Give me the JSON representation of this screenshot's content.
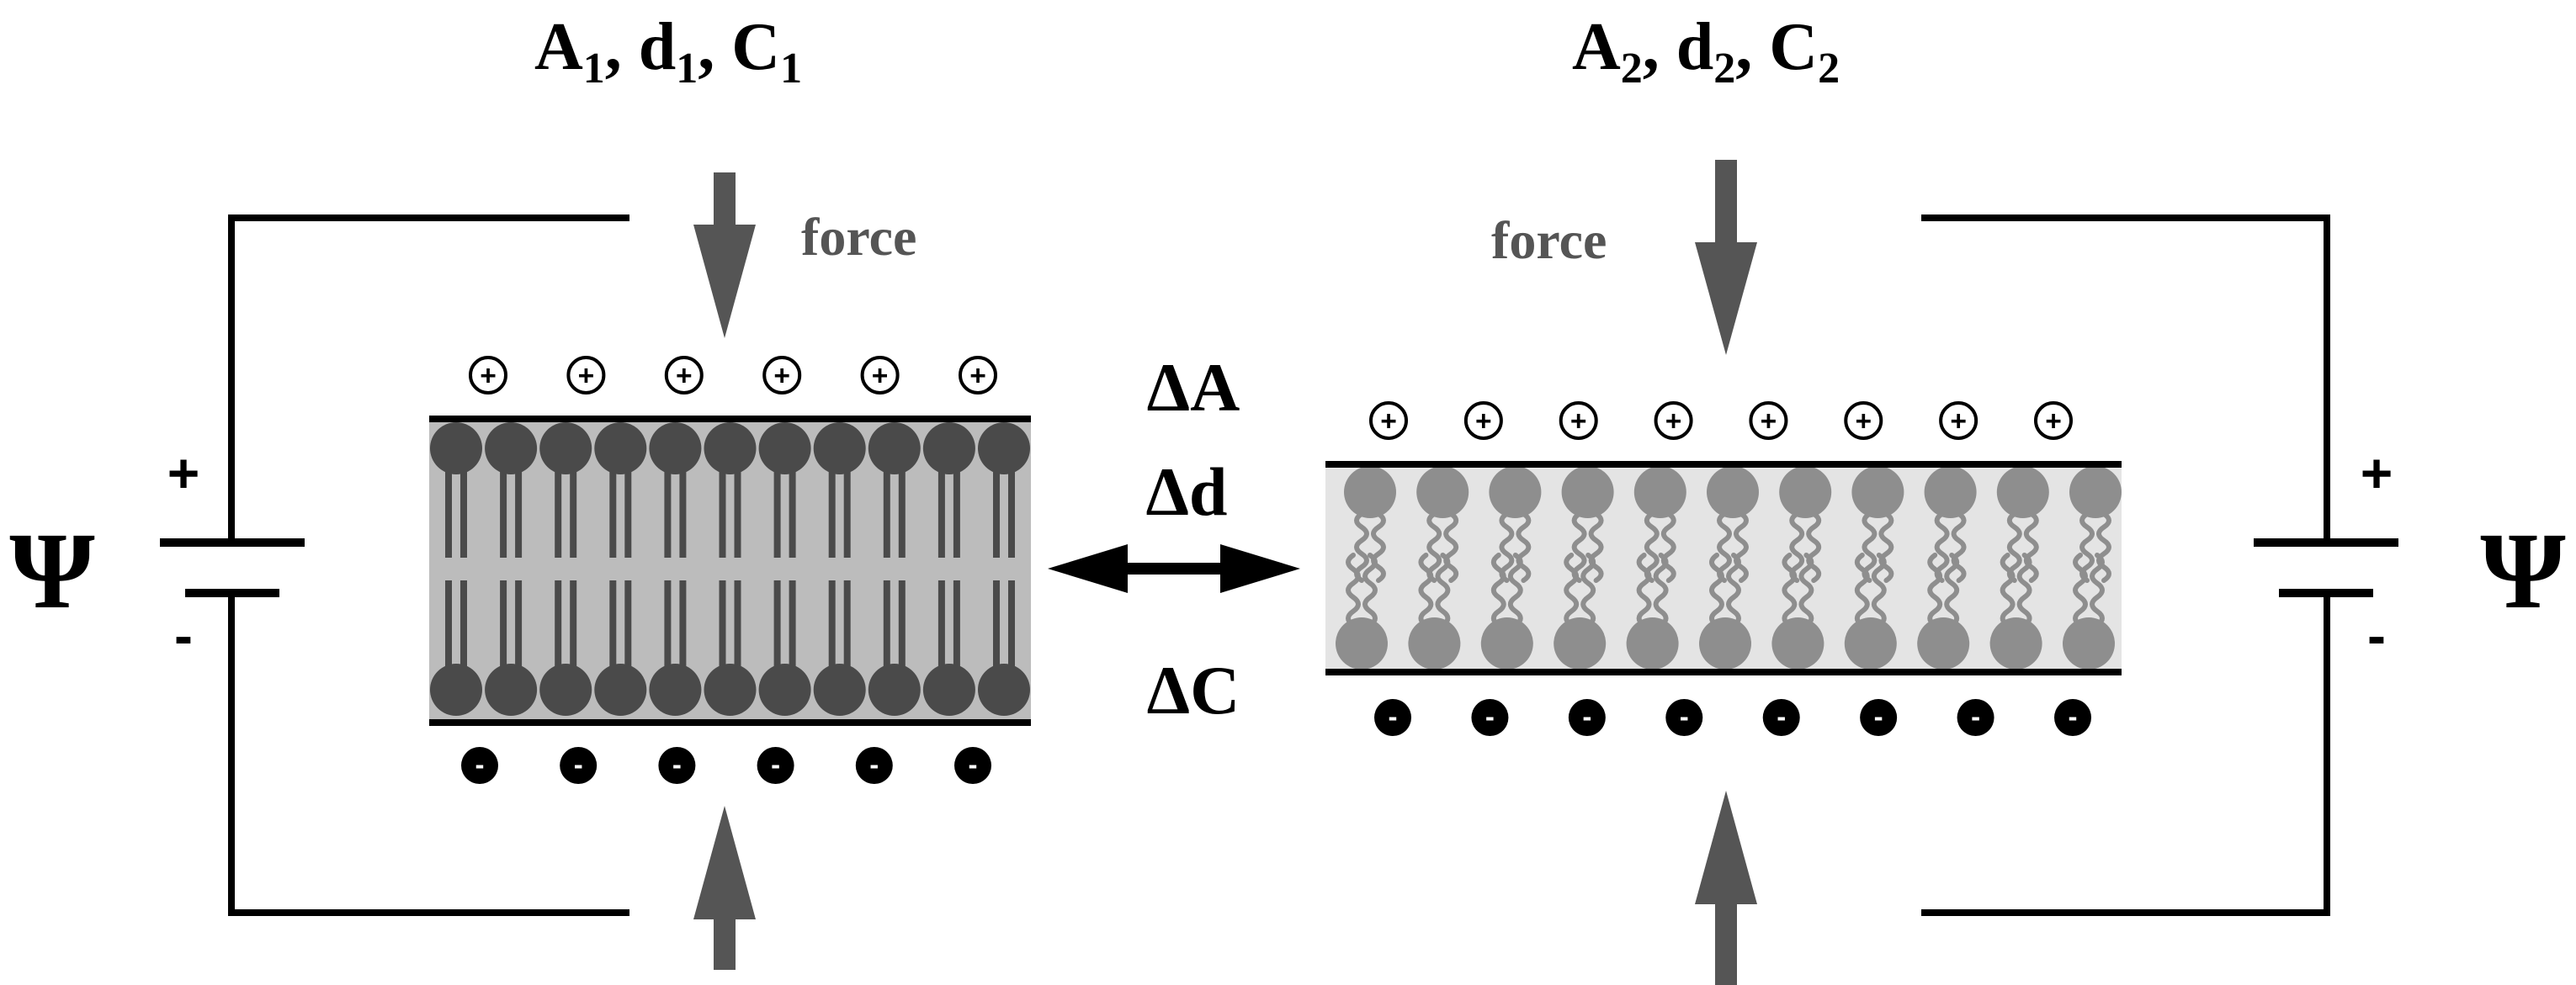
{
  "left_panel": {
    "params": {
      "A": "A",
      "A_sub": "1",
      "sep1": ", ",
      "d": "d",
      "d_sub": "1",
      "sep2": ", ",
      "C": "C",
      "C_sub": "1"
    },
    "force_label": "force",
    "battery": {
      "plus": "+",
      "minus": "-",
      "symbol": "Ψ"
    },
    "plus_sign": "+",
    "minus_sign": "-",
    "plus_ion_count": 6,
    "minus_ion_count": 6,
    "lipid_head_count": 11,
    "tail_style": "ordered"
  },
  "right_panel": {
    "params": {
      "A": "A",
      "A_sub": "2",
      "sep1": ", ",
      "d": "d",
      "d_sub": "2",
      "sep2": ", ",
      "C": "C",
      "C_sub": "2"
    },
    "force_label": "force",
    "battery": {
      "plus": "+",
      "minus": "-",
      "symbol": "Ψ"
    },
    "plus_sign": "+",
    "minus_sign": "-",
    "plus_ion_count": 8,
    "minus_ion_count": 8,
    "lipid_head_count": 11,
    "tail_style": "disordered"
  },
  "center": {
    "delta_A": "ΔA",
    "delta_d": "Δd",
    "delta_C": "ΔC"
  },
  "colors": {
    "line": "#000000",
    "force": "#555555",
    "head_ordered": "#4a4a4a",
    "head_disordered": "#8e8e8e",
    "membrane_ordered": "#bcbcbc",
    "membrane_disordered": "#e4e4e4",
    "tail_ordered": "#4a4a4a",
    "tail_disordered": "#8e8e8e"
  }
}
